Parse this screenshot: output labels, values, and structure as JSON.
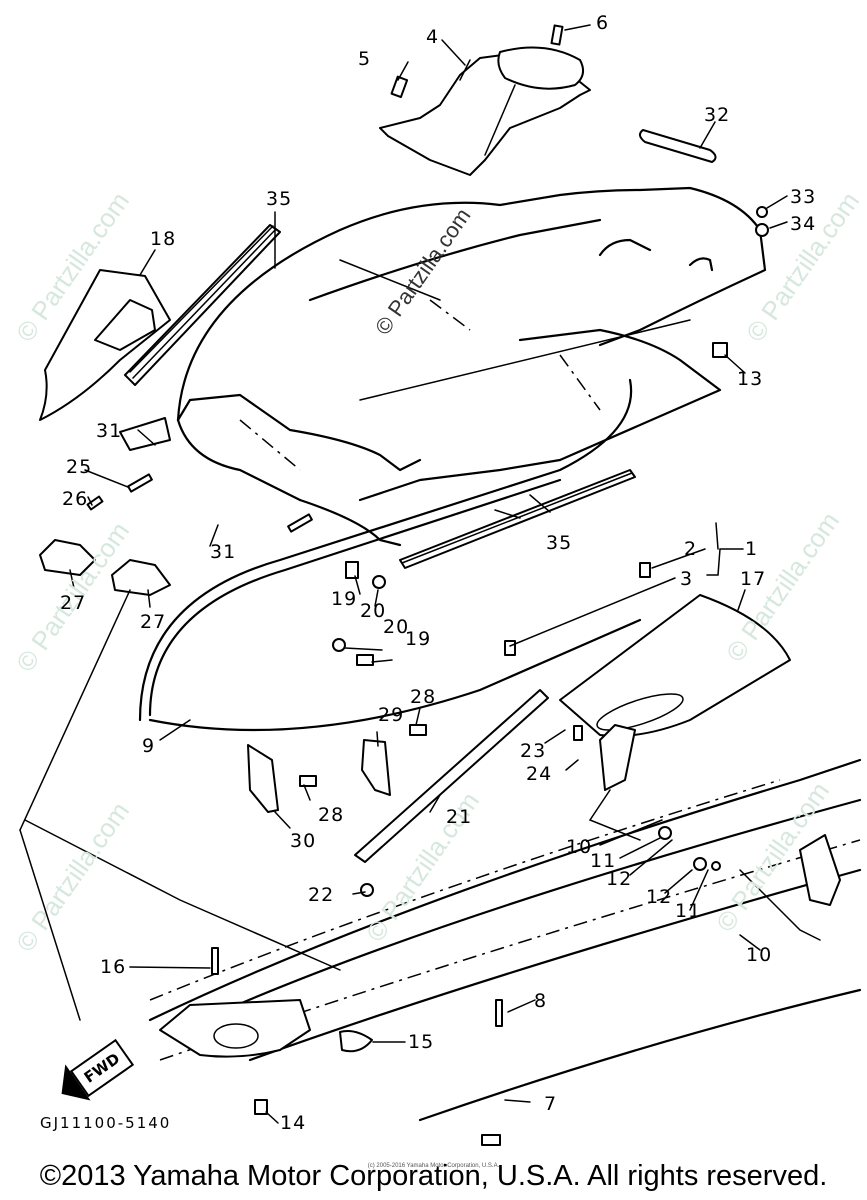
{
  "diagram": {
    "title": "Yamaha watercraft hull & deck exploded parts diagram",
    "drawing_code": "GJ11100-5140",
    "direction_marker": "FWD",
    "copyright": "©2013 Yamaha Motor Corporation, U.S.A. All rights reserved.",
    "small_copyright": "(c) 2005-2016 Yamaha Motor Corporation, U.S.A.",
    "watermark": "© Partzilla.com",
    "watermark_color": "#d6e8de",
    "callouts": [
      {
        "id": "c1",
        "label": "1"
      },
      {
        "id": "c2",
        "label": "2"
      },
      {
        "id": "c3",
        "label": "3"
      },
      {
        "id": "c4",
        "label": "4"
      },
      {
        "id": "c5",
        "label": "5"
      },
      {
        "id": "c6",
        "label": "6"
      },
      {
        "id": "c7",
        "label": "7"
      },
      {
        "id": "c8",
        "label": "8"
      },
      {
        "id": "c9",
        "label": "9"
      },
      {
        "id": "c10a",
        "label": "10"
      },
      {
        "id": "c10b",
        "label": "10"
      },
      {
        "id": "c11a",
        "label": "11"
      },
      {
        "id": "c11b",
        "label": "11"
      },
      {
        "id": "c12a",
        "label": "12"
      },
      {
        "id": "c12b",
        "label": "12"
      },
      {
        "id": "c13",
        "label": "13"
      },
      {
        "id": "c14",
        "label": "14"
      },
      {
        "id": "c15",
        "label": "15"
      },
      {
        "id": "c16",
        "label": "16"
      },
      {
        "id": "c17",
        "label": "17"
      },
      {
        "id": "c18",
        "label": "18"
      },
      {
        "id": "c19a",
        "label": "19"
      },
      {
        "id": "c19b",
        "label": "19"
      },
      {
        "id": "c20a",
        "label": "20"
      },
      {
        "id": "c20b",
        "label": "20"
      },
      {
        "id": "c21",
        "label": "21"
      },
      {
        "id": "c22",
        "label": "22"
      },
      {
        "id": "c23",
        "label": "23"
      },
      {
        "id": "c24",
        "label": "24"
      },
      {
        "id": "c25",
        "label": "25"
      },
      {
        "id": "c26",
        "label": "26"
      },
      {
        "id": "c27a",
        "label": "27"
      },
      {
        "id": "c27b",
        "label": "27"
      },
      {
        "id": "c28a",
        "label": "28"
      },
      {
        "id": "c28b",
        "label": "28"
      },
      {
        "id": "c29",
        "label": "29"
      },
      {
        "id": "c30",
        "label": "30"
      },
      {
        "id": "c31a",
        "label": "31"
      },
      {
        "id": "c31b",
        "label": "31"
      },
      {
        "id": "c32",
        "label": "32"
      },
      {
        "id": "c33",
        "label": "33"
      },
      {
        "id": "c34",
        "label": "34"
      },
      {
        "id": "c35a",
        "label": "35"
      },
      {
        "id": "c35b",
        "label": "35"
      }
    ]
  }
}
